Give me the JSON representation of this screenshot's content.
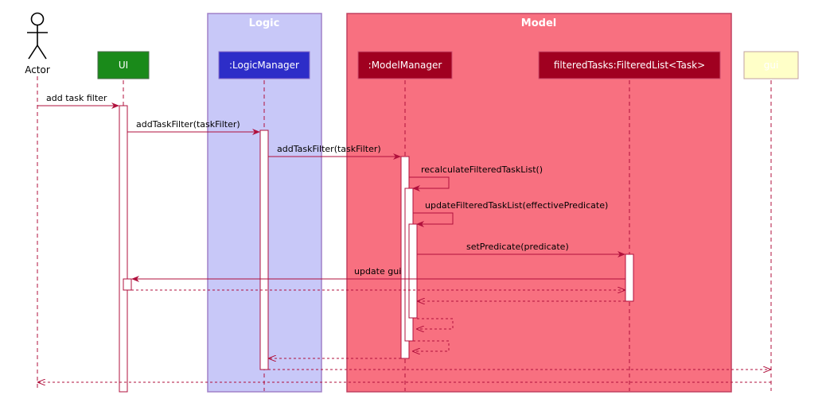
{
  "colors": {
    "logic_box_fill": "#c8c8f8",
    "logic_box_stroke": "#a080c8",
    "model_box_fill": "#f87080",
    "model_box_stroke": "#c04060",
    "ui_fill": "#1a8a1a",
    "logicmanager_fill": "#2d2dc8",
    "model_participant_fill": "#a00020",
    "gui_fill": "#ffffc8",
    "arrow": "#b0103c",
    "lifeline": "#b0103c",
    "activation_fill": "#ffffff"
  },
  "boxes": [
    {
      "id": "logic",
      "title": "Logic"
    },
    {
      "id": "model",
      "title": "Model"
    }
  ],
  "actor": {
    "label": "Actor"
  },
  "participants": [
    {
      "id": "ui",
      "label": "UI",
      "text_color": "#ffffff"
    },
    {
      "id": "logicmanager",
      "label": ":LogicManager",
      "text_color": "#ffffff"
    },
    {
      "id": "modelmanager",
      "label": ":ModelManager",
      "text_color": "#ffffff"
    },
    {
      "id": "filteredtasks",
      "label": "filteredTasks:FilteredList<Task>",
      "text_color": "#ffffff"
    },
    {
      "id": "gui",
      "label": "gui",
      "text_color": "#ffffff"
    }
  ],
  "messages": [
    {
      "label": "add task filter",
      "kind": "call"
    },
    {
      "label": "addTaskFilter(taskFilter)",
      "kind": "call"
    },
    {
      "label": "addTaskFilter(taskFilter)",
      "kind": "call"
    },
    {
      "label": "recalculateFilteredTaskList()",
      "kind": "self"
    },
    {
      "label": "updateFilteredTaskList(effectivePredicate)",
      "kind": "self"
    },
    {
      "label": "setPredicate(predicate)",
      "kind": "call"
    },
    {
      "label": "update gui",
      "kind": "call"
    },
    {
      "label": "",
      "kind": "return"
    },
    {
      "label": "",
      "kind": "return"
    },
    {
      "label": "",
      "kind": "self-return"
    },
    {
      "label": "",
      "kind": "self-return"
    },
    {
      "label": "",
      "kind": "return"
    },
    {
      "label": "",
      "kind": "return"
    },
    {
      "label": "",
      "kind": "return"
    }
  ]
}
